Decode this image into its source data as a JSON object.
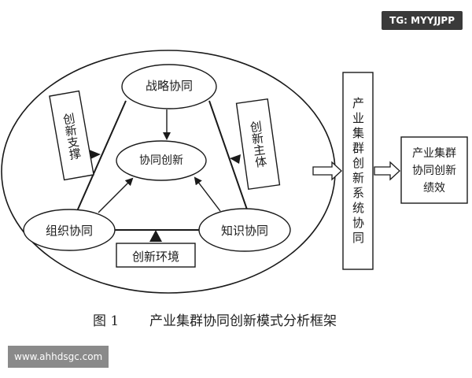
{
  "watermark_top": "TG: MYYJJPP",
  "watermark_bottom": "www.ahhdsgc.com",
  "nodes": {
    "strategic": "战略协同",
    "center": "协同创新",
    "organization": "组织协同",
    "knowledge": "知识协同",
    "environment": "创新环境",
    "support": "创新支撑",
    "subject": "创新主体",
    "system": "产业集群创新系统协同",
    "performance_line1": "产业集群",
    "performance_line2": "协同创新",
    "performance_line3": "绩效"
  },
  "caption": {
    "figure": "图 1",
    "title": "产业集群协同创新模式分析框架"
  }
}
